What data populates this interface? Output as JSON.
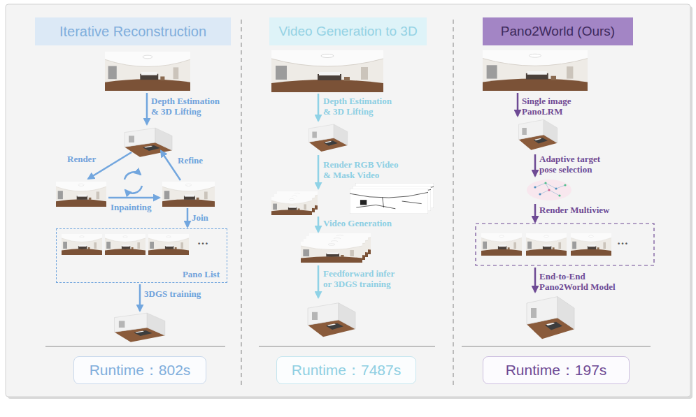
{
  "diagram": {
    "nodes": [
      {
        "text": [
          "Iterative Reconstruction"
        ]
      },
      {
        "text": [
          "Video Generation to 3D"
        ]
      },
      {
        "text": [
          "Pano2World (Ours)"
        ]
      },
      {
        "text": [
          "Pano List"
        ]
      },
      {
        "text": [
          "Runtime：802s"
        ]
      },
      {
        "text": [
          "Runtime：7487s"
        ]
      },
      {
        "text": [
          "Runtime：197s"
        ]
      }
    ],
    "labels": [
      "Depth Estimation & 3D Lifting",
      "Render",
      "Refine",
      "Inpainting",
      "Join",
      "…",
      "3DGS training",
      "Depth Estimation & 3D Lifting",
      "Render RGB Video & Mask Video",
      "Video Generation",
      "Feedforward infer or 3DGS training",
      "Single image PanoLRM",
      "Adaptive target pose selection",
      "Render Multiview",
      "…",
      "End-to-End Pano2World Model"
    ]
  }
}
